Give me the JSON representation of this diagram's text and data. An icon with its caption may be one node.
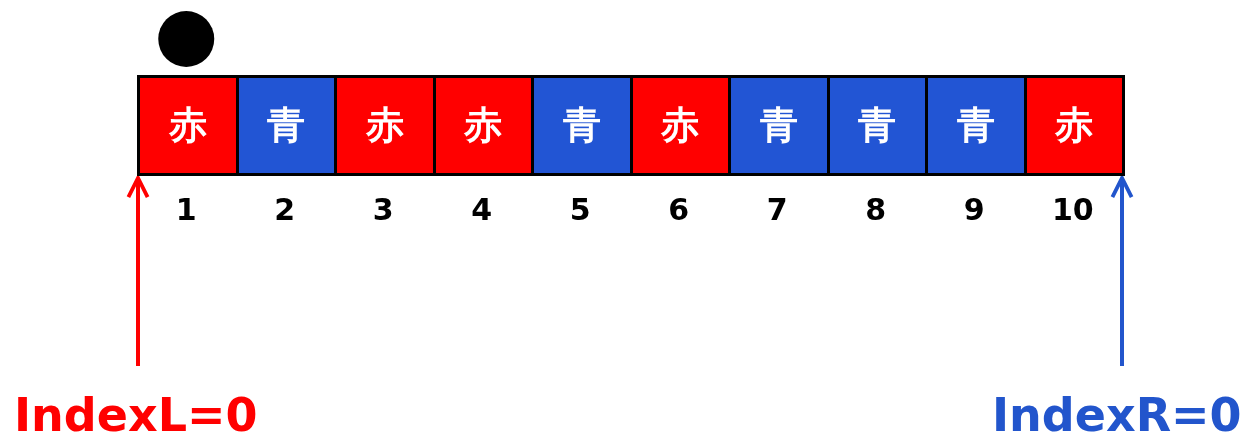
{
  "diagram": {
    "nodes": [
      {
        "text": [
          "赤"
        ]
      },
      {
        "text": [
          "青"
        ]
      },
      {
        "text": [
          "赤"
        ]
      },
      {
        "text": [
          "赤"
        ]
      },
      {
        "text": [
          "青"
        ]
      },
      {
        "text": [
          "赤"
        ]
      },
      {
        "text": [
          "青"
        ]
      },
      {
        "text": [
          "青"
        ]
      },
      {
        "text": [
          "青"
        ]
      },
      {
        "text": [
          "赤"
        ]
      },
      {
        "text": [],
        "shape": "circle"
      },
      {
        "text": [
          "IndexL=0"
        ]
      },
      {
        "text": [
          "IndexR=0"
        ]
      }
    ],
    "edges": [
      {
        "from": 11,
        "to": 0,
        "arrow": "to",
        "color": "#ff0000"
      },
      {
        "from": 12,
        "to": 9,
        "arrow": "to",
        "color": "#2255cc"
      }
    ],
    "labels": [
      "1",
      "2",
      "3",
      "4",
      "5",
      "6",
      "7",
      "8",
      "9",
      "10"
    ]
  }
}
